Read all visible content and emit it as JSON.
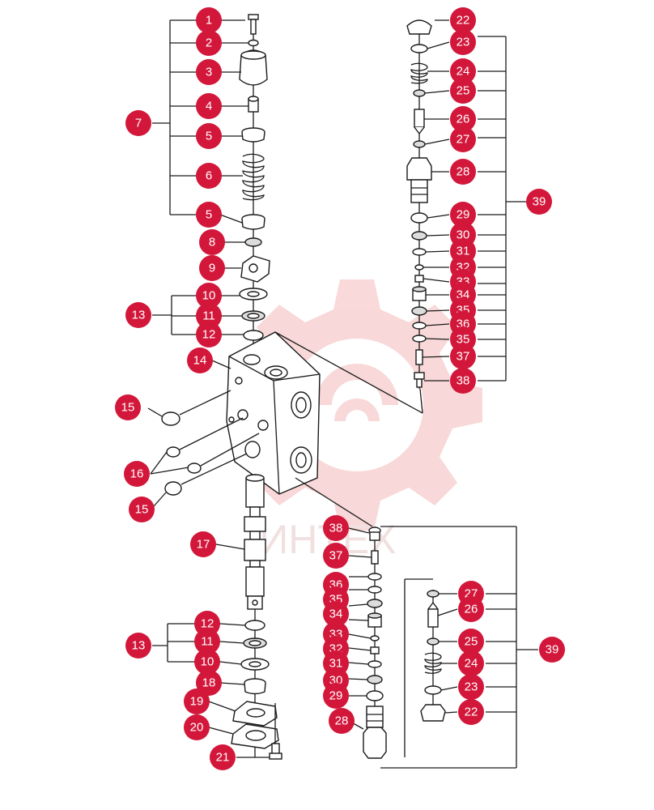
{
  "watermark": {
    "text": "ИНТЕХ",
    "color": "#f4b9b9"
  },
  "colors": {
    "callout": "#d3173a",
    "callout_text": "#ffffff",
    "line": "#1a1a1a"
  },
  "callouts": [
    {
      "id": "c1",
      "label": "1"
    },
    {
      "id": "c2",
      "label": "2"
    },
    {
      "id": "c3",
      "label": "3"
    },
    {
      "id": "c4",
      "label": "4"
    },
    {
      "id": "c5a",
      "label": "5"
    },
    {
      "id": "c6",
      "label": "6"
    },
    {
      "id": "c5b",
      "label": "5"
    },
    {
      "id": "c7",
      "label": "7"
    },
    {
      "id": "c8",
      "label": "8"
    },
    {
      "id": "c9",
      "label": "9"
    },
    {
      "id": "c10a",
      "label": "10"
    },
    {
      "id": "c11a",
      "label": "11"
    },
    {
      "id": "c12a",
      "label": "12"
    },
    {
      "id": "c13a",
      "label": "13"
    },
    {
      "id": "c14",
      "label": "14"
    },
    {
      "id": "c15a",
      "label": "15"
    },
    {
      "id": "c16",
      "label": "16"
    },
    {
      "id": "c15b",
      "label": "15"
    },
    {
      "id": "c17",
      "label": "17"
    },
    {
      "id": "c12b",
      "label": "12"
    },
    {
      "id": "c11b",
      "label": "11"
    },
    {
      "id": "c10b",
      "label": "10"
    },
    {
      "id": "c13b",
      "label": "13"
    },
    {
      "id": "c18",
      "label": "18"
    },
    {
      "id": "c19",
      "label": "19"
    },
    {
      "id": "c20",
      "label": "20"
    },
    {
      "id": "c21",
      "label": "21"
    },
    {
      "id": "r22",
      "label": "22"
    },
    {
      "id": "r23",
      "label": "23"
    },
    {
      "id": "r24",
      "label": "24"
    },
    {
      "id": "r25",
      "label": "25"
    },
    {
      "id": "r26",
      "label": "26"
    },
    {
      "id": "r27",
      "label": "27"
    },
    {
      "id": "r28",
      "label": "28"
    },
    {
      "id": "r29",
      "label": "29"
    },
    {
      "id": "r30",
      "label": "30"
    },
    {
      "id": "r31",
      "label": "31"
    },
    {
      "id": "r32",
      "label": "32"
    },
    {
      "id": "r33",
      "label": "33"
    },
    {
      "id": "r34",
      "label": "34"
    },
    {
      "id": "r35a",
      "label": "35"
    },
    {
      "id": "r36",
      "label": "36"
    },
    {
      "id": "r35b",
      "label": "35"
    },
    {
      "id": "r37",
      "label": "37"
    },
    {
      "id": "r38",
      "label": "38"
    },
    {
      "id": "r39",
      "label": "39"
    },
    {
      "id": "b38",
      "label": "38"
    },
    {
      "id": "b37",
      "label": "37"
    },
    {
      "id": "b36",
      "label": "36"
    },
    {
      "id": "b35",
      "label": "35"
    },
    {
      "id": "b34",
      "label": "34"
    },
    {
      "id": "b33",
      "label": "33"
    },
    {
      "id": "b32",
      "label": "32"
    },
    {
      "id": "b31",
      "label": "31"
    },
    {
      "id": "b30",
      "label": "30"
    },
    {
      "id": "b29",
      "label": "29"
    },
    {
      "id": "b28",
      "label": "28"
    },
    {
      "id": "s27",
      "label": "27"
    },
    {
      "id": "s26",
      "label": "26"
    },
    {
      "id": "s25",
      "label": "25"
    },
    {
      "id": "s24",
      "label": "24"
    },
    {
      "id": "s23",
      "label": "23"
    },
    {
      "id": "s22",
      "label": "22"
    },
    {
      "id": "s39",
      "label": "39"
    }
  ]
}
